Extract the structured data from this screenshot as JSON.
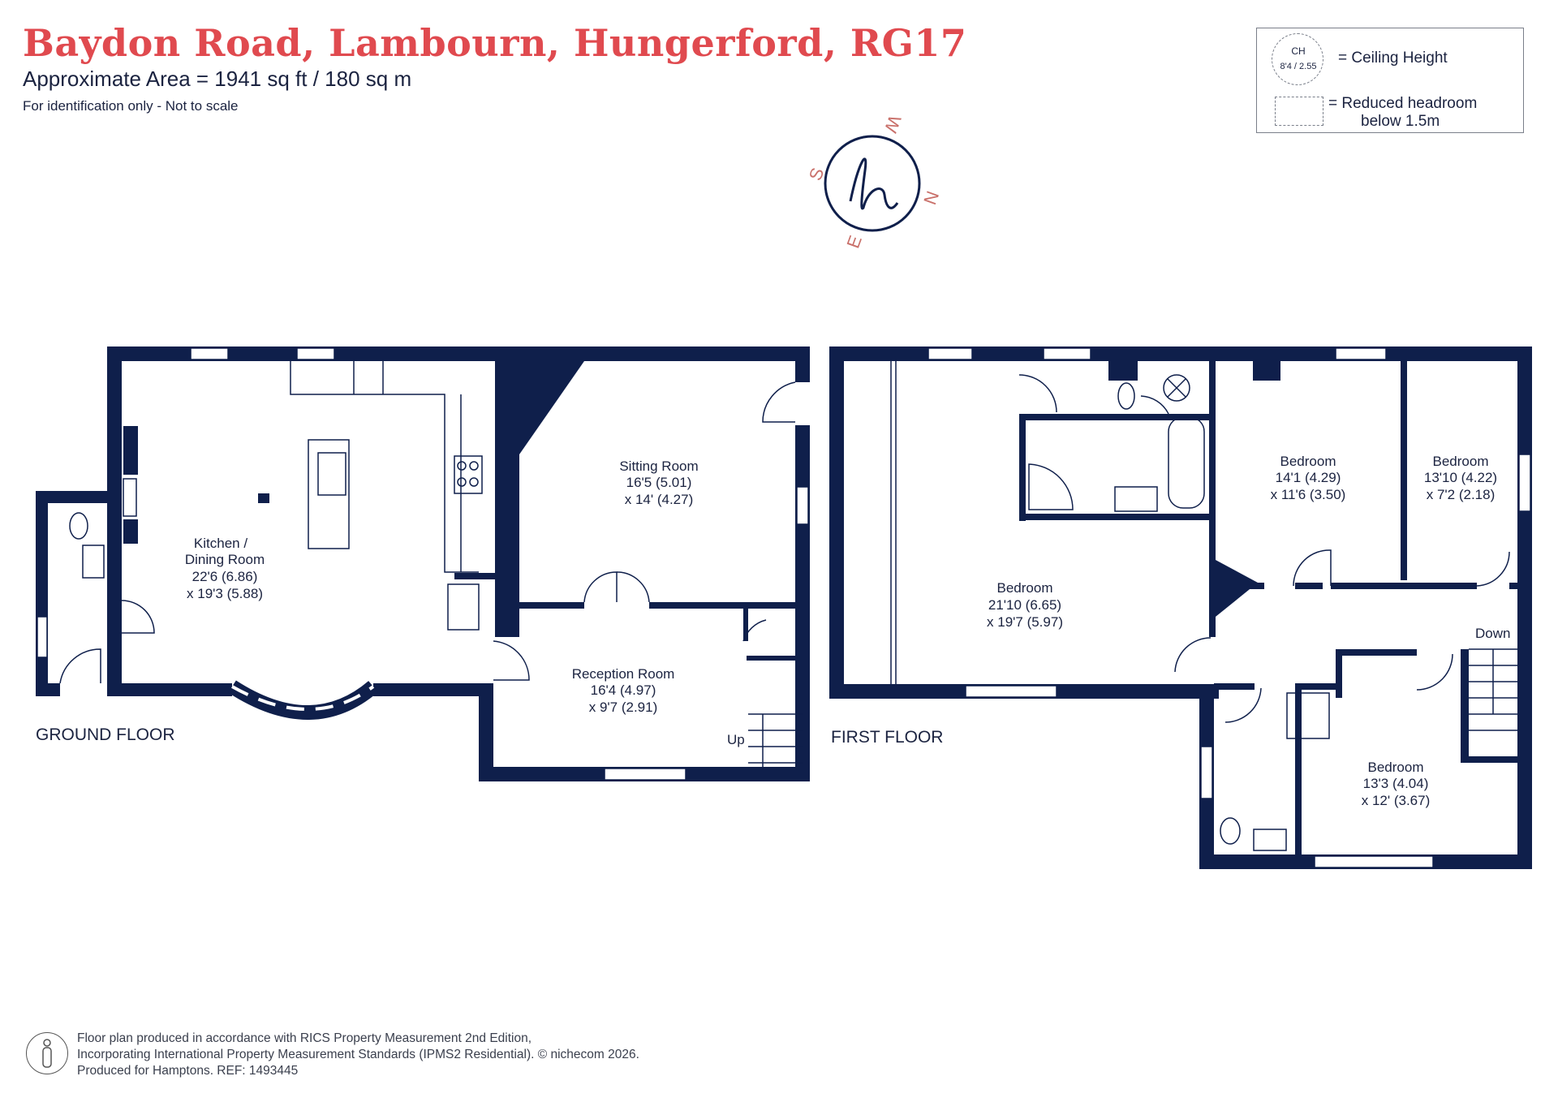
{
  "header": {
    "title": "Baydon Road, Lambourn, Hungerford, RG17",
    "area": "Approximate Area = 1941 sq ft / 180 sq m",
    "identification": "For identification only - Not to scale"
  },
  "legend": {
    "ch_label": "CH",
    "ch_value": "8'4 / 2.55",
    "ceiling_height": "= Ceiling Height",
    "reduced_headroom_line1": "= Reduced headroom",
    "reduced_headroom_line2": "below 1.5m"
  },
  "compass": {
    "n": "N",
    "s": "S",
    "e": "E",
    "w": "W"
  },
  "ground_floor": {
    "label": "GROUND FLOOR",
    "kitchen": {
      "name1": "Kitchen /",
      "name2": "Dining Room",
      "dim1": "22'6 (6.86)",
      "dim2": "x 19'3 (5.88)"
    },
    "sitting": {
      "name": "Sitting Room",
      "dim1": "16'5 (5.01)",
      "dim2": "x 14' (4.27)"
    },
    "reception": {
      "name": "Reception Room",
      "dim1": "16'4 (4.97)",
      "dim2": "x 9'7 (2.91)"
    },
    "stairs_label": "Up"
  },
  "first_floor": {
    "label": "FIRST FLOOR",
    "bedroom_main": {
      "name": "Bedroom",
      "dim1": "21'10 (6.65)",
      "dim2": "x 19'7 (5.97)"
    },
    "bedroom_2": {
      "name": "Bedroom",
      "dim1": "14'1 (4.29)",
      "dim2": "x 11'6 (3.50)"
    },
    "bedroom_3": {
      "name": "Bedroom",
      "dim1": "13'10 (4.22)",
      "dim2": "x 7'2 (2.18)"
    },
    "bedroom_4": {
      "name": "Bedroom",
      "dim1": "13'3 (4.04)",
      "dim2": "x 12' (3.67)"
    },
    "stairs_label": "Down"
  },
  "footer": {
    "line1": "Floor plan produced in accordance with RICS Property Measurement 2nd Edition,",
    "line2": "Incorporating International Property Measurement Standards (IPMS2 Residential).   © nichecom 2026.",
    "line3": "Produced for Hamptons.   REF: 1493445"
  },
  "colors": {
    "wall": "#0f1f4b",
    "title": "#e04a4f",
    "compass_letters": "#c9706a"
  }
}
